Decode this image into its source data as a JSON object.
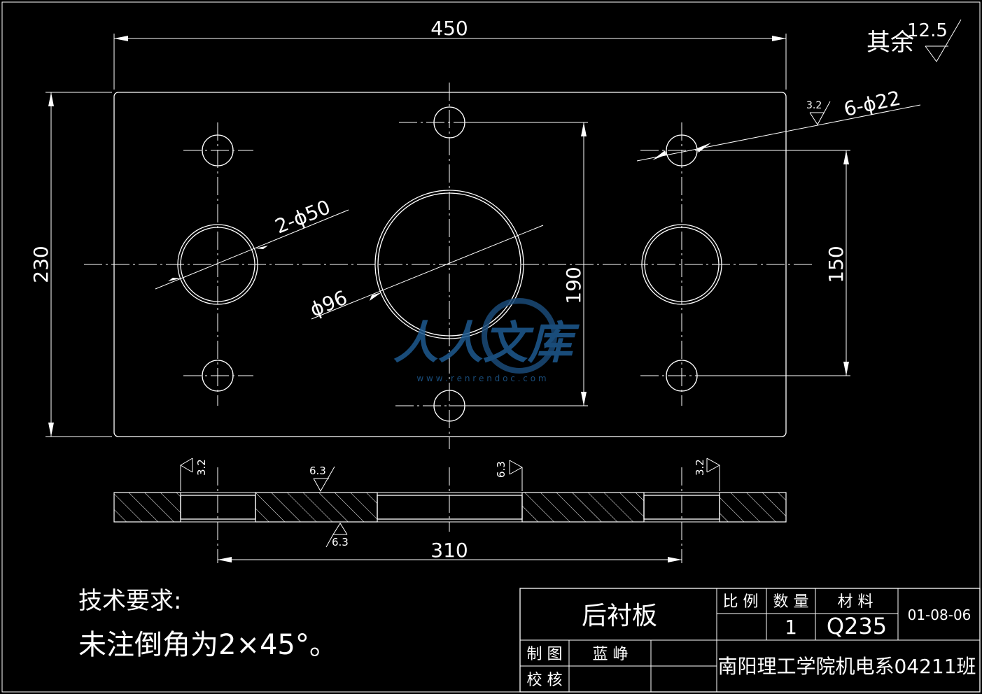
{
  "drawing": {
    "surface_finish_other_label": "其余",
    "surface_finish_other_value": "12.5",
    "dims": {
      "overall_length": "450",
      "overall_height": "230",
      "small_hole_spacing": "190",
      "right_hole_spacing": "150",
      "bottom_spacing": "310",
      "big_hole": "ϕ96",
      "medium_holes": "2-ϕ50",
      "small_holes": "6-ϕ22"
    },
    "roughness": {
      "small_holes": "3.2",
      "section_left": "3.2",
      "section_right": "3.2",
      "section_top": "6.3",
      "section_top_right": "6.3",
      "section_bottom": "6.3"
    }
  },
  "watermark": {
    "logo_text": "人人文库",
    "url_text": "w w w . r e n r e n d o c . c o m"
  },
  "notes": {
    "title": "技术要求:",
    "line1": "未注倒角为2×45°。"
  },
  "title_block": {
    "part_name": "后衬板",
    "scale_label": "比 例",
    "quantity_label": "数 量",
    "material_label": "材 料",
    "quantity_value": "1",
    "material_value": "Q235",
    "drawing_number": "01-08-06",
    "drawn_label": "制 图",
    "drawn_by": "蓝 峥",
    "checked_label": "校 核",
    "school": "南阳理工学院机电系04211班"
  }
}
